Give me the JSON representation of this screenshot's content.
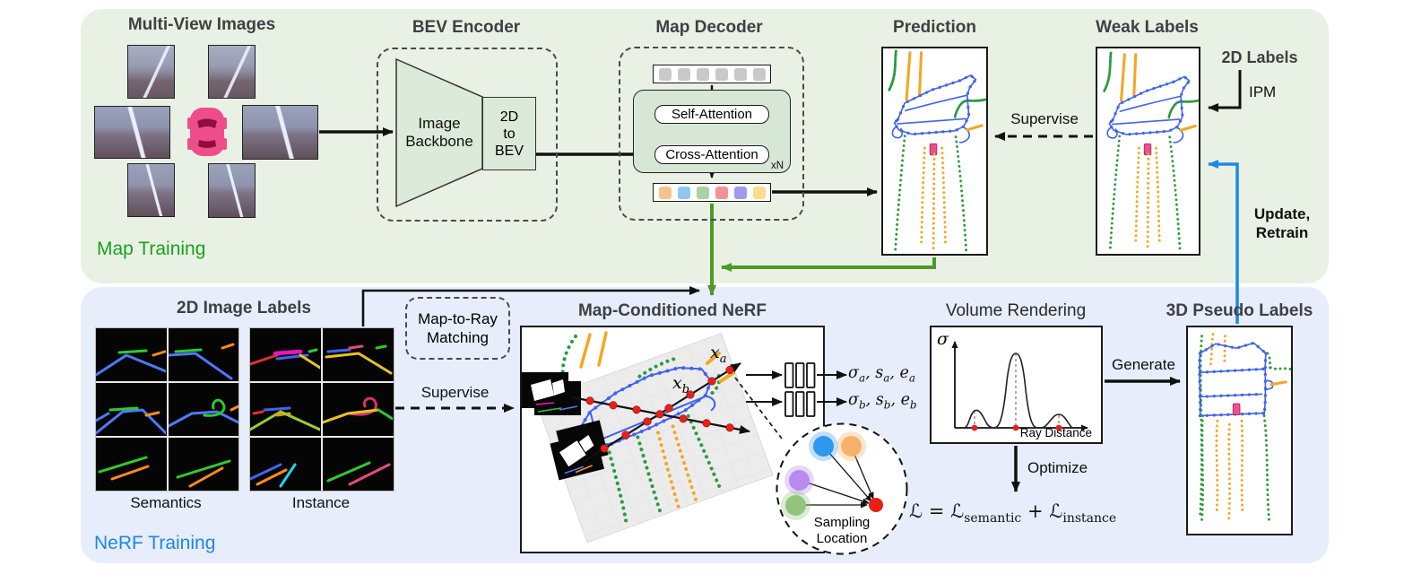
{
  "titles": {
    "multi_view": "Multi-View Images",
    "bev_encoder": "BEV Encoder",
    "map_decoder": "Map Decoder",
    "prediction": "Prediction",
    "weak_labels": "Weak Labels",
    "image_labels_2d": "2D Image Labels",
    "map_conditioned_nerf": "Map-Conditioned NeRF",
    "volume_rendering": "Volume Rendering",
    "pseudo_labels_3d": "3D Pseudo Labels"
  },
  "sections": {
    "map_training": "Map Training",
    "nerf_training": "NeRF Training"
  },
  "bev_encoder": {
    "backbone": "Image\nBackbone",
    "to_bev": "2D\nto\nBEV"
  },
  "map_decoder": {
    "self_attention": "Self-Attention",
    "cross_attention": "Cross-Attention",
    "repeat_label": "xN",
    "query_colors": [
      "#c9c9c9",
      "#c9c9c9",
      "#c9c9c9",
      "#c9c9c9",
      "#c9c9c9",
      "#c9c9c9"
    ],
    "token_colors": [
      "#f8c28f",
      "#92c6f1",
      "#a8d3a2",
      "#f5909a",
      "#9f9aec",
      "#fbdd90"
    ]
  },
  "flow_labels": {
    "supervise_top": "Supervise",
    "labels_2d": "2D Labels",
    "ipm": "IPM",
    "update_retrain": "Update,\nRetrain",
    "supervise_bottom": "Supervise",
    "map_to_ray": "Map-to-Ray\nMatching",
    "generate": "Generate",
    "optimize": "Optimize"
  },
  "image_labels": {
    "semantics": "Semantics",
    "instance": "Instance"
  },
  "nerf": {
    "x_var": "x",
    "sub_a": "a",
    "sub_b": "b",
    "out_a": {
      "p1": "σ",
      "s1": "a",
      "p2": ", s",
      "s2": "a",
      "p3": ", e",
      "s3": "a"
    },
    "out_b": {
      "p1": "σ",
      "s1": "b",
      "p2": ", s",
      "s2": "b",
      "p3": ", e",
      "s3": "b"
    },
    "sampling_location": "Sampling\nLocation",
    "sampling_dots": [
      {
        "color": "#2e97f2",
        "halo": "#2e97f24d"
      },
      {
        "color": "#f6b26b",
        "halo": "#f6b26b55"
      },
      {
        "color": "#b78bf0",
        "halo": "#b78bf055"
      },
      {
        "color": "#93c47d",
        "halo": "#93c47d55"
      }
    ],
    "sample_point_color": "#ee1c12"
  },
  "volume": {
    "sigma": "σ",
    "xlabel": "Ray Distance"
  },
  "loss": {
    "l": "ℒ",
    "eq": " = ",
    "l_sem": "ℒ",
    "sub_sem": "semantic",
    "plus": " + ",
    "l_ins": "ℒ",
    "sub_ins": "instance"
  },
  "colors": {
    "map_training_text": "#17a31b",
    "nerf_training_text": "#1d86e8",
    "green_arrow": "#4e9a28",
    "blue_arrow": "#1e88e5"
  }
}
